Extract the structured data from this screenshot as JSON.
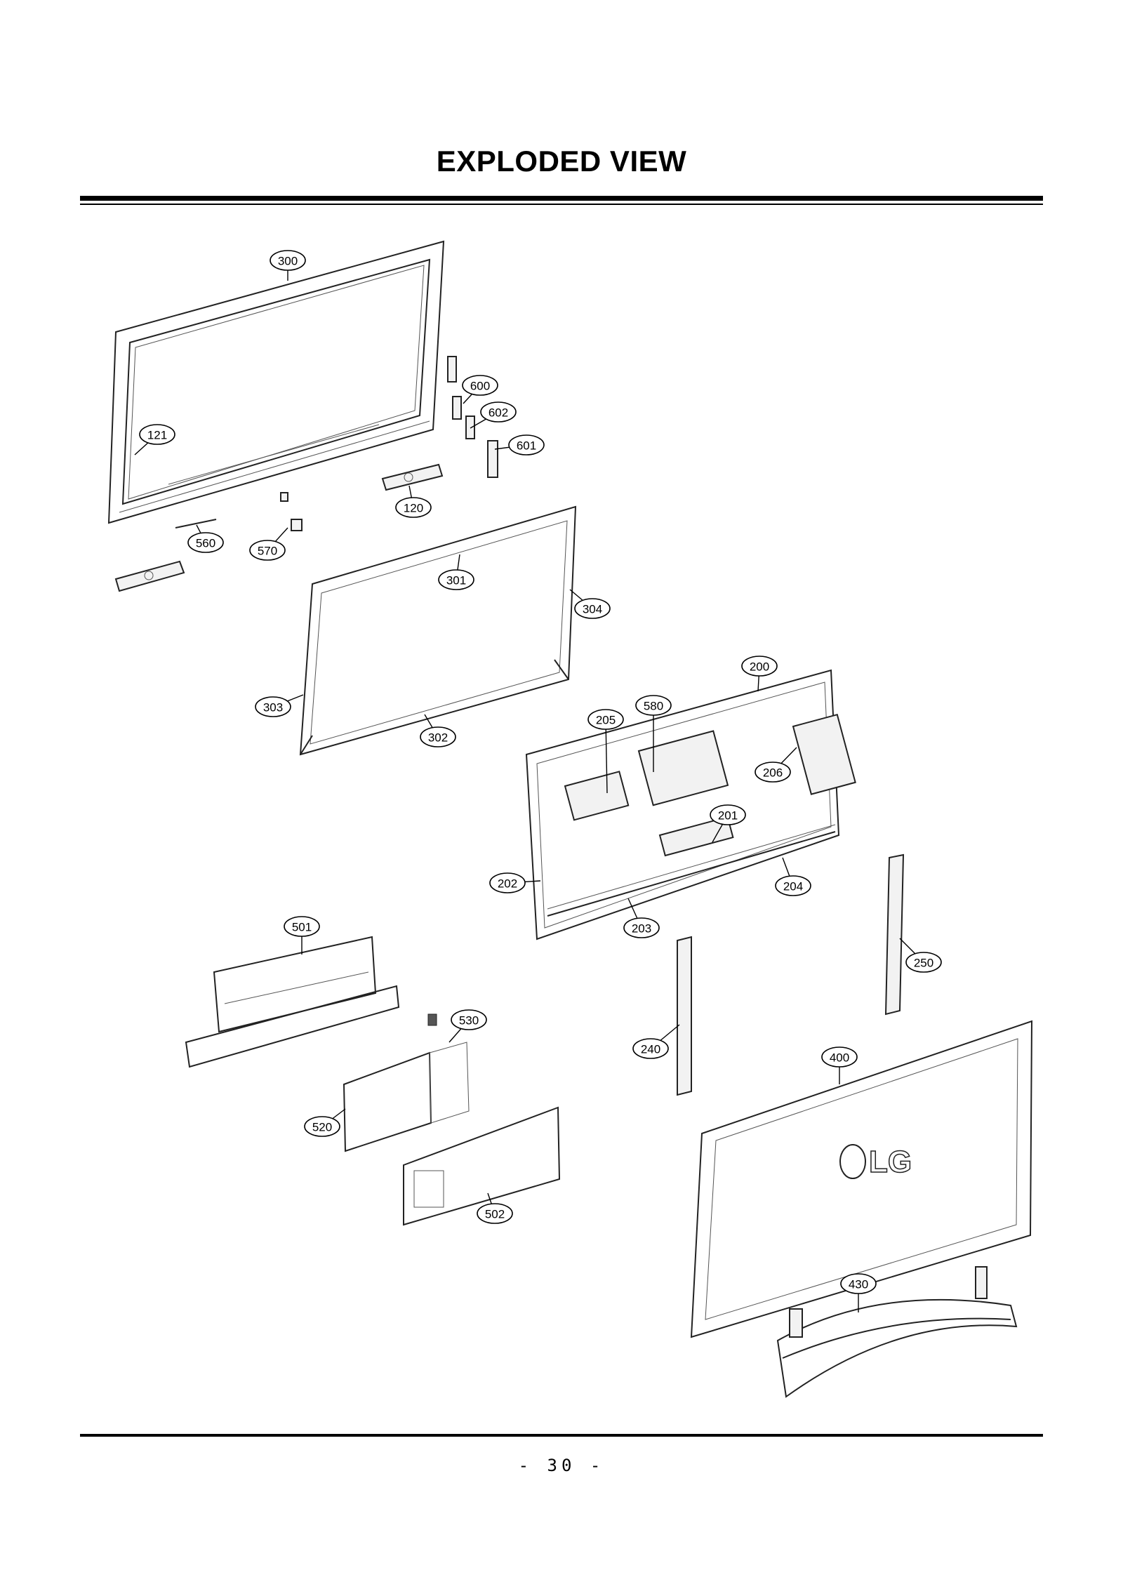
{
  "header": {
    "title": "EXPLODED VIEW"
  },
  "footer": {
    "page_number": "- 30 -"
  },
  "callouts": [
    {
      "id": "c300",
      "label": "300"
    },
    {
      "id": "c600",
      "label": "600"
    },
    {
      "id": "c602",
      "label": "602"
    },
    {
      "id": "c601",
      "label": "601"
    },
    {
      "id": "c121",
      "label": "121"
    },
    {
      "id": "c120",
      "label": "120"
    },
    {
      "id": "c560",
      "label": "560"
    },
    {
      "id": "c570",
      "label": "570"
    },
    {
      "id": "c301",
      "label": "301"
    },
    {
      "id": "c304",
      "label": "304"
    },
    {
      "id": "c303",
      "label": "303"
    },
    {
      "id": "c302",
      "label": "302"
    },
    {
      "id": "c200",
      "label": "200"
    },
    {
      "id": "c580",
      "label": "580"
    },
    {
      "id": "c205",
      "label": "205"
    },
    {
      "id": "c206",
      "label": "206"
    },
    {
      "id": "c201",
      "label": "201"
    },
    {
      "id": "c202",
      "label": "202"
    },
    {
      "id": "c204",
      "label": "204"
    },
    {
      "id": "c203",
      "label": "203"
    },
    {
      "id": "c501",
      "label": "501"
    },
    {
      "id": "c250",
      "label": "250"
    },
    {
      "id": "c530",
      "label": "530"
    },
    {
      "id": "c240",
      "label": "240"
    },
    {
      "id": "c400",
      "label": "400"
    },
    {
      "id": "c520",
      "label": "520"
    },
    {
      "id": "c502",
      "label": "502"
    },
    {
      "id": "c430",
      "label": "430"
    }
  ],
  "back_cover_logo": "LG"
}
